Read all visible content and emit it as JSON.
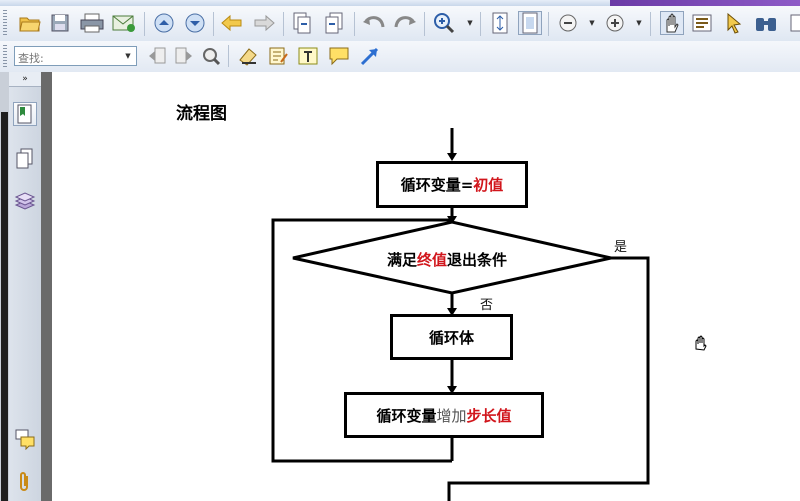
{
  "toolbar": {
    "search_placeholder": "查找:",
    "icons": [
      "open-folder",
      "save",
      "print",
      "email",
      "page-up",
      "page-down",
      "back-arrow",
      "forward-arrow",
      "extract-pages",
      "insert-pages",
      "undo",
      "redo",
      "zoom-in",
      "fit-page",
      "actual-size",
      "zoom-out",
      "zoom-out-plus",
      "hand-tool",
      "select-text",
      "arrow-select",
      "find-binoculars",
      "previous-search-result",
      "next-search-result",
      "search-document",
      "stamp",
      "notes",
      "text-box",
      "callout",
      "line-arrow"
    ]
  },
  "nav_panel": {
    "collapse_label": "»"
  },
  "document": {
    "heading": "流程图",
    "flowchart": {
      "init_prefix": "循环变量=",
      "init_red": "初值",
      "cond_prefix": "满足",
      "cond_red": "终值",
      "cond_suffix": "退出条件",
      "yes_label": "是",
      "no_label": "否",
      "body_label": "循环体",
      "inc_prefix": "循环变量",
      "inc_gray": "增加",
      "inc_red": "步长值"
    }
  }
}
